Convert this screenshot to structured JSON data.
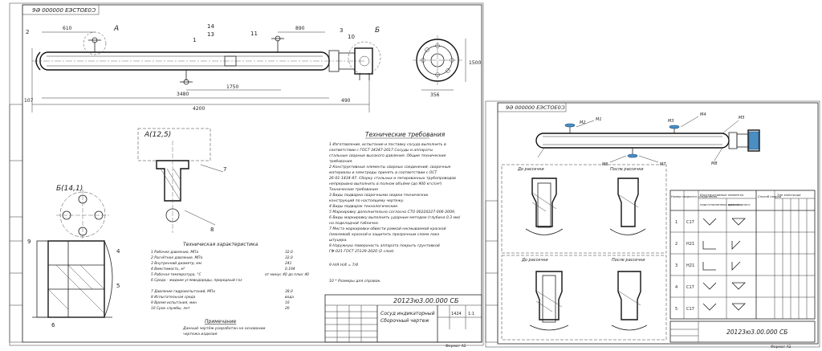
{
  "sheet1": {
    "corner_stamp": "9Ә 000000 ЕЭСТОЕ0Ͻ",
    "view_labels": {
      "view_a": "A",
      "view_b": "Б",
      "detail_a": "A(12,5)",
      "detail_b": "Б(14,1)"
    },
    "dimensions": {
      "total_length": "4200",
      "span_main": "3480",
      "span_inner": "1750",
      "left_offset": "107",
      "right_offset": "490",
      "top_left": "610",
      "top_right": "890",
      "height_right": "1500",
      "bottom_small": "356"
    },
    "position_numbers": [
      "2",
      "1",
      "14",
      "13",
      "11",
      "3",
      "10",
      "9",
      "7",
      "8",
      "4",
      "5",
      "6"
    ],
    "tech_requirements": {
      "title": "Технические требования",
      "lines": [
        "1 Изготовление, испытание и поставку сосуда выполнить в",
        "соответствии с ГОСТ 34347-2017 Сосуды и аппараты",
        "стальные сварные высокого давления. Общие технические",
        "требования.",
        "2 Конструктивные элементы сварных соединений, сварочные",
        "материалы и электроды принять в соответствии с ОСТ",
        "26-01-1434-87. Сборку стальных и легированных трубопроводов",
        "непрерывно выполнить в полном объёме (до 900 кгс/см²)",
        "Технические требования",
        "3 Виды подварки сварочными сварки технических",
        "конструкций по настоящему чертежу.",
        "4 Виды подварок технологические.",
        "5 Маркировку дополнительно согласно СТО 00220227-006-2009,",
        "6 Виды маркировку выполнить ударным методом (глубина 0,3 мм)",
        "на подкладной табличке.",
        "7 Места маркировки обвести рамкой несмываемой краской",
        "(эмалевой) краской и защитить прозрачным слоем лака",
        "штуцера.",
        "8 Наружную поверхность аппарата покрыть грунтовкой",
        "ГФ-021 ГОСТ 25129-2020 (2 слоя).",
        "9 Н/А Н/4 = 7/4",
        "10 * Размеры для справок."
      ]
    },
    "tech_characteristics": {
      "title": "Техническая характеристика",
      "rows": [
        {
          "label": "1 Рабочее давление, МПа",
          "value": "32,0"
        },
        {
          "label": "2 Расчётное давление, МПа",
          "value": "32,0"
        },
        {
          "label": "3 Внутренний диаметр, мм",
          "value": "241"
        },
        {
          "label": "4 Вместимость, м³",
          "value": "0,194"
        },
        {
          "label": "5 Рабочая температура, °С",
          "value": "от минус 40 до плюс 40"
        },
        {
          "label": "6 Среда - жидкие углеводороды, природный газ",
          "value": ""
        },
        {
          "label": "7 Давление гидроиспытаний, МПа",
          "value": "38,0"
        },
        {
          "label": "8 Испытательная среда",
          "value": "вода"
        },
        {
          "label": "9 Время испытания, мин",
          "value": "10"
        },
        {
          "label": "10 Срок службы, лет",
          "value": "20"
        }
      ]
    },
    "note": {
      "title": "Примечание",
      "lines": [
        "Данный чертёж разработан на основании",
        "чертежа изделия"
      ]
    },
    "title_block": {
      "code": "20123ю3.00.000 СБ",
      "name_line1": "Сосуд индикаторный",
      "name_line2": "Сборочный чертеж",
      "mass": "1424",
      "scale": "1:1",
      "sheet": "Формат А2"
    }
  },
  "sheet2": {
    "corner_stamp": "9Ә 000000 ЕЭСТОЕ0Ͻ",
    "nozzle_labels": [
      "M1",
      "M2",
      "M3",
      "M4",
      "M5",
      "M6",
      "M7",
      "M8"
    ],
    "section_labels": [
      "До рассечки",
      "После рассечки",
      "До рассечки",
      "После рассечки"
    ],
    "weld_table": {
      "headers": [
        "Номер сварного соединения",
        "Конструктивные элементы",
        "Способ сварки",
        "Тип электрода"
      ],
      "sub_headers": [
        "подготовленных кромок",
        "шва сварного"
      ],
      "rows": [
        {
          "n": "1",
          "code": "С17"
        },
        {
          "n": "2",
          "code": "Н21"
        },
        {
          "n": "3",
          "code": "Н21"
        },
        {
          "n": "4",
          "code": "С17"
        },
        {
          "n": "5",
          "code": "С17"
        }
      ]
    },
    "title_block": {
      "code": "20123ю3.00.000 СБ",
      "sheet": "Формат А2"
    }
  }
}
